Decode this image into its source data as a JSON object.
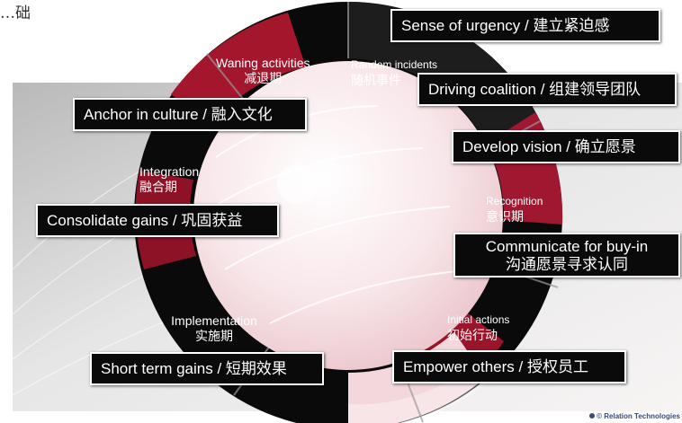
{
  "slide_fragment": "…础",
  "outer_boxes": {
    "urgency": "Sense of urgency  / 建立紧迫感",
    "coalition": "Driving coalition / 组建领导团队",
    "vision": "Develop vision / 确立愿景",
    "communicate_line1": "Communicate for buy-in",
    "communicate_line2": "沟通愿景寻求认同",
    "empower": "Empower others / 授权员工",
    "short_term": "Short term gains / 短期效果",
    "consolidate": "Consolidate gains / 巩固获益",
    "anchor": "Anchor in culture / 融入文化"
  },
  "phases": {
    "random_en": "Random incidents",
    "random_zh": "随机事件",
    "recognition_en": "Recognition",
    "recognition_zh": "意识期",
    "initial_en": "Initial actions",
    "initial_zh": "初始行动",
    "implementation_en": "Implementation",
    "implementation_zh": "实施期",
    "integration_en": "Integration",
    "integration_zh": "融合期",
    "waning_en": "Waning activities",
    "waning_zh": "减退期"
  },
  "logo_text": "© Relation Technologies",
  "colors": {
    "ring_dark": "#0a0a0a",
    "ring_red": "#a3162c",
    "center": "#f6e3e6"
  }
}
